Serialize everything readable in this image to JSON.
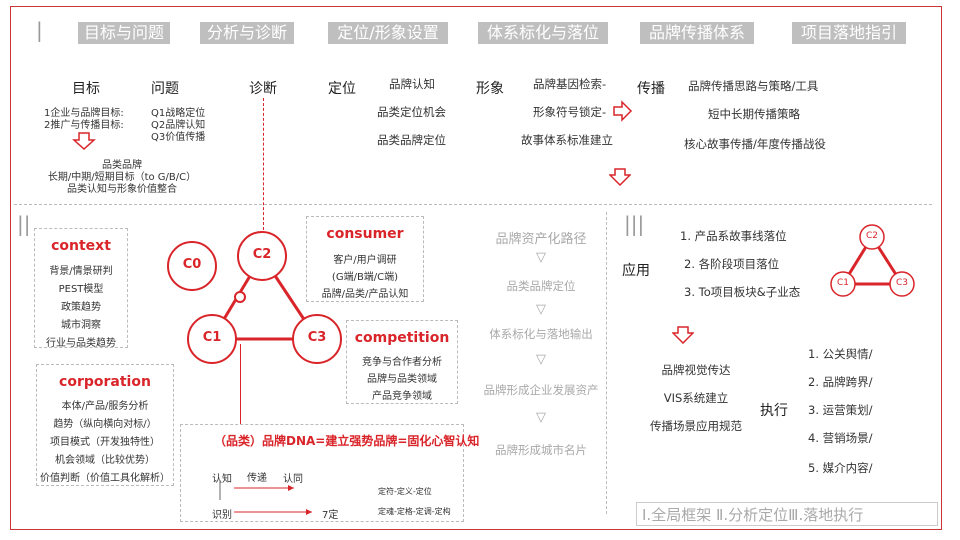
{
  "tabs": [
    "目标与问题",
    "分析与诊断",
    "定位/形象设置",
    "体系标化与落位",
    "品牌传播体系",
    "项目落地指引"
  ],
  "row1": {
    "goal": {
      "title": "目标",
      "lines": [
        "1企业与品牌目标:",
        "2推广与传播目标:"
      ]
    },
    "issue": {
      "title": "问题",
      "lines": [
        "Q1战略定位",
        "Q2品牌认知",
        "Q3价值传播"
      ]
    },
    "result": [
      "品类品牌",
      "长期/中期/短期目标（to G/B/C）",
      "品类认知与形象价值整合"
    ],
    "diagnosis": "诊断",
    "positioning": {
      "title": "定位",
      "items": [
        "品牌认知",
        "品类定位机会",
        "品类品牌定位"
      ]
    },
    "image": {
      "title": "形象",
      "items": [
        "品牌基因检索-",
        "形象符号锁定-",
        "故事体系标准建立"
      ]
    },
    "spread": {
      "title": "传播",
      "items": [
        "品牌传播思路与策略/工具",
        "短中长期传播策略",
        "核心故事传播/年度传播战役"
      ]
    }
  },
  "section2": {
    "context": {
      "title": "context",
      "items": [
        "背景/情景研判",
        "PEST模型",
        "政策趋势",
        "城市洞察",
        "行业与品类趋势"
      ]
    },
    "corporation": {
      "title": "corporation",
      "items": [
        "本体/产品/服务分析",
        "趋势（纵向横向对标/）",
        "项目模式（开发独特性）",
        "机会领域（比较优势）",
        "价值判断（价值工具化解析）"
      ]
    },
    "consumer": {
      "title": "consumer",
      "items": [
        "客户/用户调研",
        "(G端/B端/C端)",
        "品牌/品类/产品认知"
      ]
    },
    "competition": {
      "title": "competition",
      "items": [
        "竞争与合作者分析",
        "品牌与品类领域",
        "产品竞争领域"
      ]
    },
    "circles": [
      "C0",
      "C2",
      "C1",
      "C3"
    ],
    "dna": {
      "title": "（品类）品牌DNA=建立强势品牌=固化心智认知",
      "w1": "认知",
      "w2": "传递",
      "w3": "认同",
      "w4": "识别",
      "w5": "7定",
      "note1": "定符-定义-定位",
      "note2": "定魂-定格-定调-定构"
    },
    "path": {
      "title": "品牌资产化路径",
      "arrow": "▽",
      "items": [
        "品类品牌定位",
        "体系标化与落地输出",
        "品牌形成企业发展资产",
        "品牌形成城市名片"
      ]
    }
  },
  "section3": {
    "apply": "应用",
    "apply_items": [
      "1.  产品系故事线落位",
      "2.  各阶段项目落位",
      "3.  To项目板块&子业态"
    ],
    "triangle": [
      "C2",
      "C1",
      "C3"
    ],
    "vis": [
      "品牌视觉传达",
      "VIS系统建立",
      "传播场景应用规范"
    ],
    "exec": "执行",
    "exec_items": [
      "1.  公关舆情/",
      "2.  品牌跨界/",
      "3.  运营策划/",
      "4.  营销场景/",
      "5.  媒介内容/"
    ]
  },
  "roman": {
    "I": "|",
    "II": "||",
    "III": "|||"
  },
  "legend": "Ⅰ.全局框架 Ⅱ.分析定位Ⅲ.落地执行",
  "colors": {
    "accent": "#d9252a",
    "tab_bg": "#bfbfbf"
  }
}
